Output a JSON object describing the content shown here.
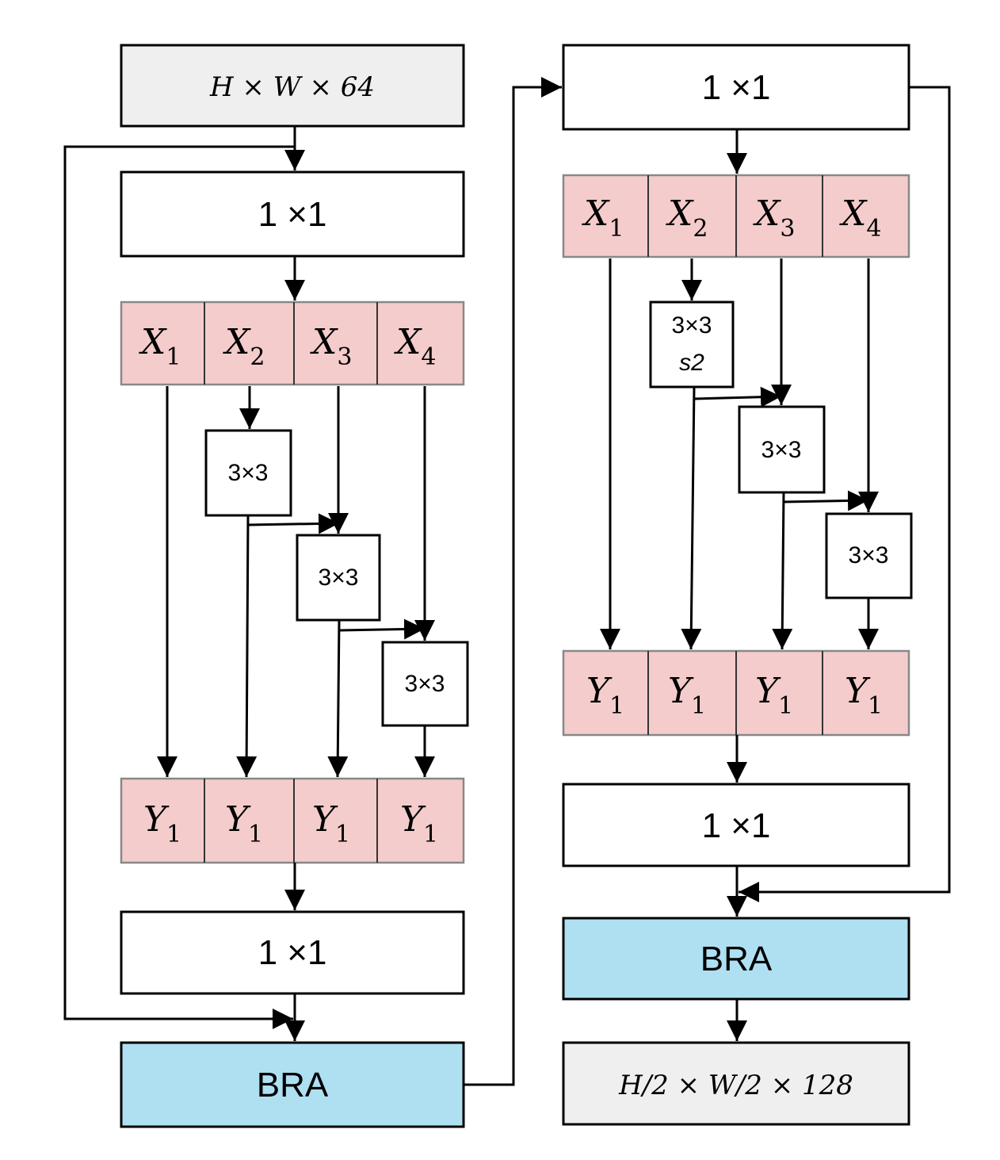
{
  "left": {
    "input_label": "H × W × 64",
    "conv1_label": "1 ×1",
    "x_cells": [
      {
        "var": "X",
        "sub": "1"
      },
      {
        "var": "X",
        "sub": "2"
      },
      {
        "var": "X",
        "sub": "3"
      },
      {
        "var": "X",
        "sub": "4"
      }
    ],
    "conv3_labels": [
      "3×3",
      "3×3",
      "3×3"
    ],
    "y_cells": [
      {
        "var": "Y",
        "sub": "1"
      },
      {
        "var": "Y",
        "sub": "1"
      },
      {
        "var": "Y",
        "sub": "1"
      },
      {
        "var": "Y",
        "sub": "1"
      }
    ],
    "conv2_label": "1 ×1",
    "bra_label": "BRA"
  },
  "right": {
    "conv1_label": "1 ×1",
    "x_cells": [
      {
        "var": "X",
        "sub": "1"
      },
      {
        "var": "X",
        "sub": "2"
      },
      {
        "var": "X",
        "sub": "3"
      },
      {
        "var": "X",
        "sub": "4"
      }
    ],
    "conv3s2_label": "3×3",
    "conv3s2_stride": "s2",
    "conv3_labels": [
      "3×3",
      "3×3"
    ],
    "y_cells": [
      {
        "var": "Y",
        "sub": "1"
      },
      {
        "var": "Y",
        "sub": "1"
      },
      {
        "var": "Y",
        "sub": "1"
      },
      {
        "var": "Y",
        "sub": "1"
      }
    ],
    "conv2_label": "1 ×1",
    "bra_label": "BRA",
    "output_label": "H/2 × W/2 × 128"
  },
  "colors": {
    "io_fill": "#efefef",
    "split_fill": "#f4cccc",
    "bra_fill": "#aee0f2"
  }
}
